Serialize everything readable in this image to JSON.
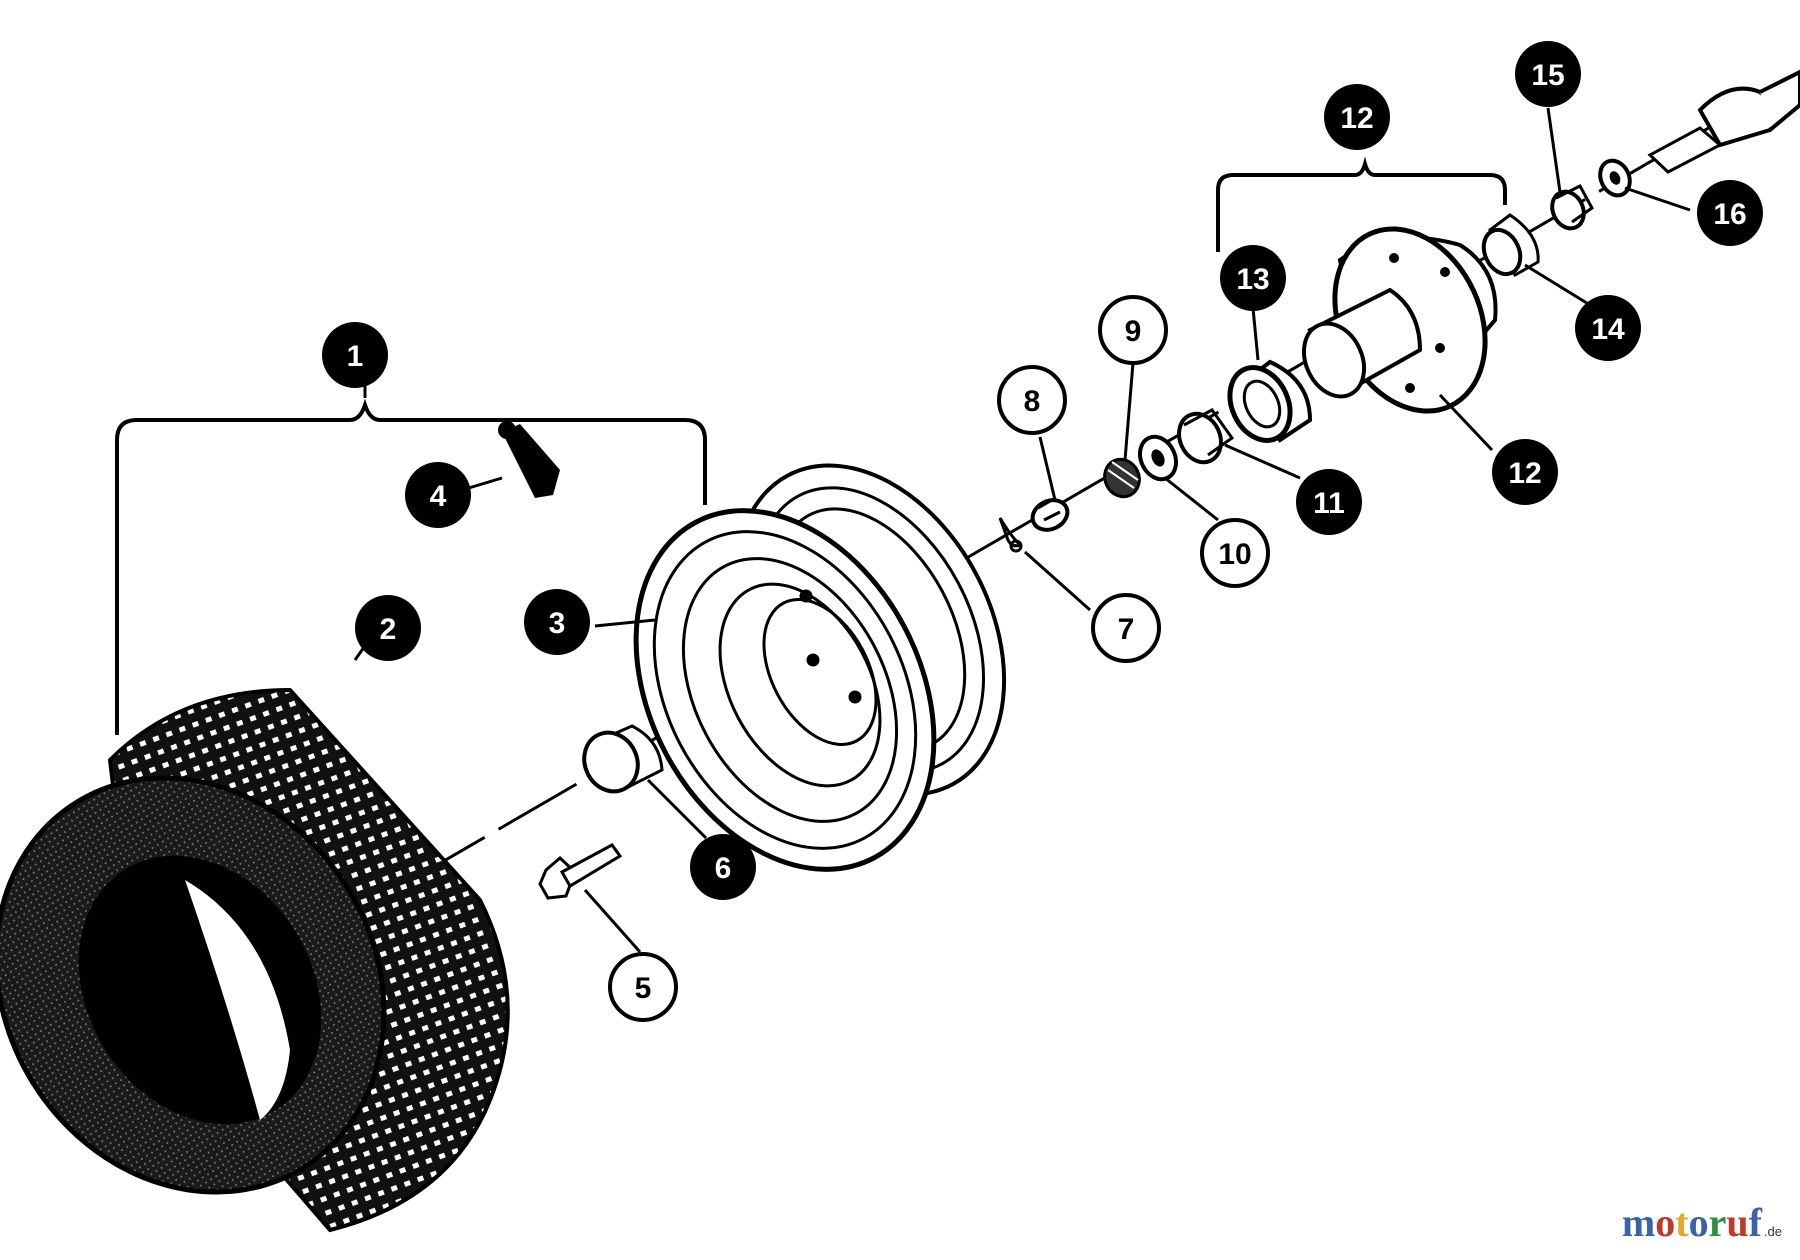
{
  "callouts": [
    {
      "label": "1",
      "style": "filled"
    },
    {
      "label": "2",
      "style": "filled"
    },
    {
      "label": "3",
      "style": "filled"
    },
    {
      "label": "4",
      "style": "filled"
    },
    {
      "label": "5",
      "style": "outline"
    },
    {
      "label": "6",
      "style": "filled"
    },
    {
      "label": "7",
      "style": "outline"
    },
    {
      "label": "8",
      "style": "outline"
    },
    {
      "label": "9",
      "style": "outline"
    },
    {
      "label": "10",
      "style": "outline"
    },
    {
      "label": "11",
      "style": "filled"
    },
    {
      "label": "12",
      "style": "filled"
    },
    {
      "label": "12",
      "style": "filled"
    },
    {
      "label": "13",
      "style": "filled"
    },
    {
      "label": "14",
      "style": "filled"
    },
    {
      "label": "15",
      "style": "filled"
    },
    {
      "label": "16",
      "style": "filled"
    }
  ],
  "watermark": {
    "letters": [
      "m",
      "o",
      "t",
      "o",
      "r",
      "u",
      "f"
    ],
    "suffix": ".de",
    "colors": [
      "#3b62a8",
      "#c0392b",
      "#e2a92b",
      "#3b62a8",
      "#2f8f3f",
      "#c0392b",
      "#3b62a8"
    ]
  }
}
